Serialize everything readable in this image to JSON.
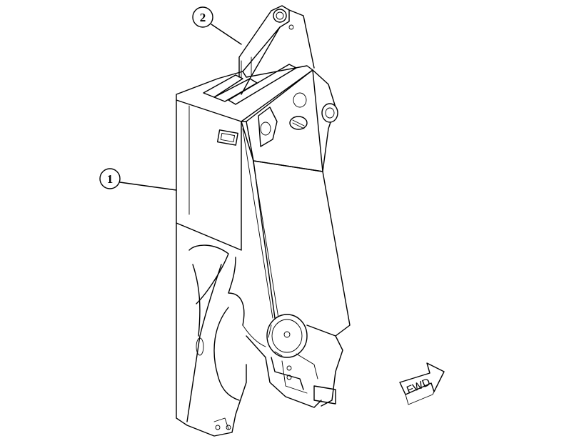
{
  "callouts": [
    {
      "label": "1"
    },
    {
      "label": "2"
    }
  ],
  "direction_arrow": {
    "label": "FWD"
  }
}
